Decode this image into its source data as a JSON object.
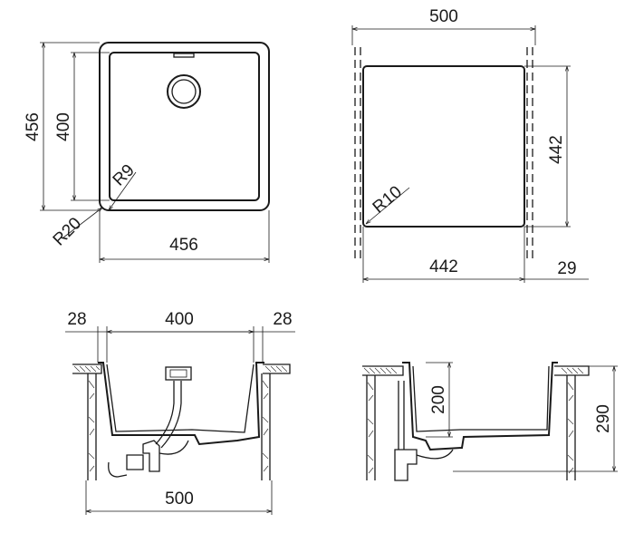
{
  "top_view": {
    "outer_width": "456",
    "outer_height": "456",
    "inner_height": "400",
    "inner_radius": "R9",
    "outer_radius": "R20"
  },
  "cutout_view": {
    "width": "500",
    "depth": "442",
    "inner_width": "442",
    "offset": "29",
    "radius": "R10"
  },
  "front_section": {
    "left_rim": "28",
    "inner_width": "400",
    "right_rim": "28",
    "outer_width": "500"
  },
  "side_section": {
    "bowl_depth": "200",
    "total_depth": "290"
  },
  "colors": {
    "line": "#1a1a1a",
    "background": "#ffffff"
  }
}
